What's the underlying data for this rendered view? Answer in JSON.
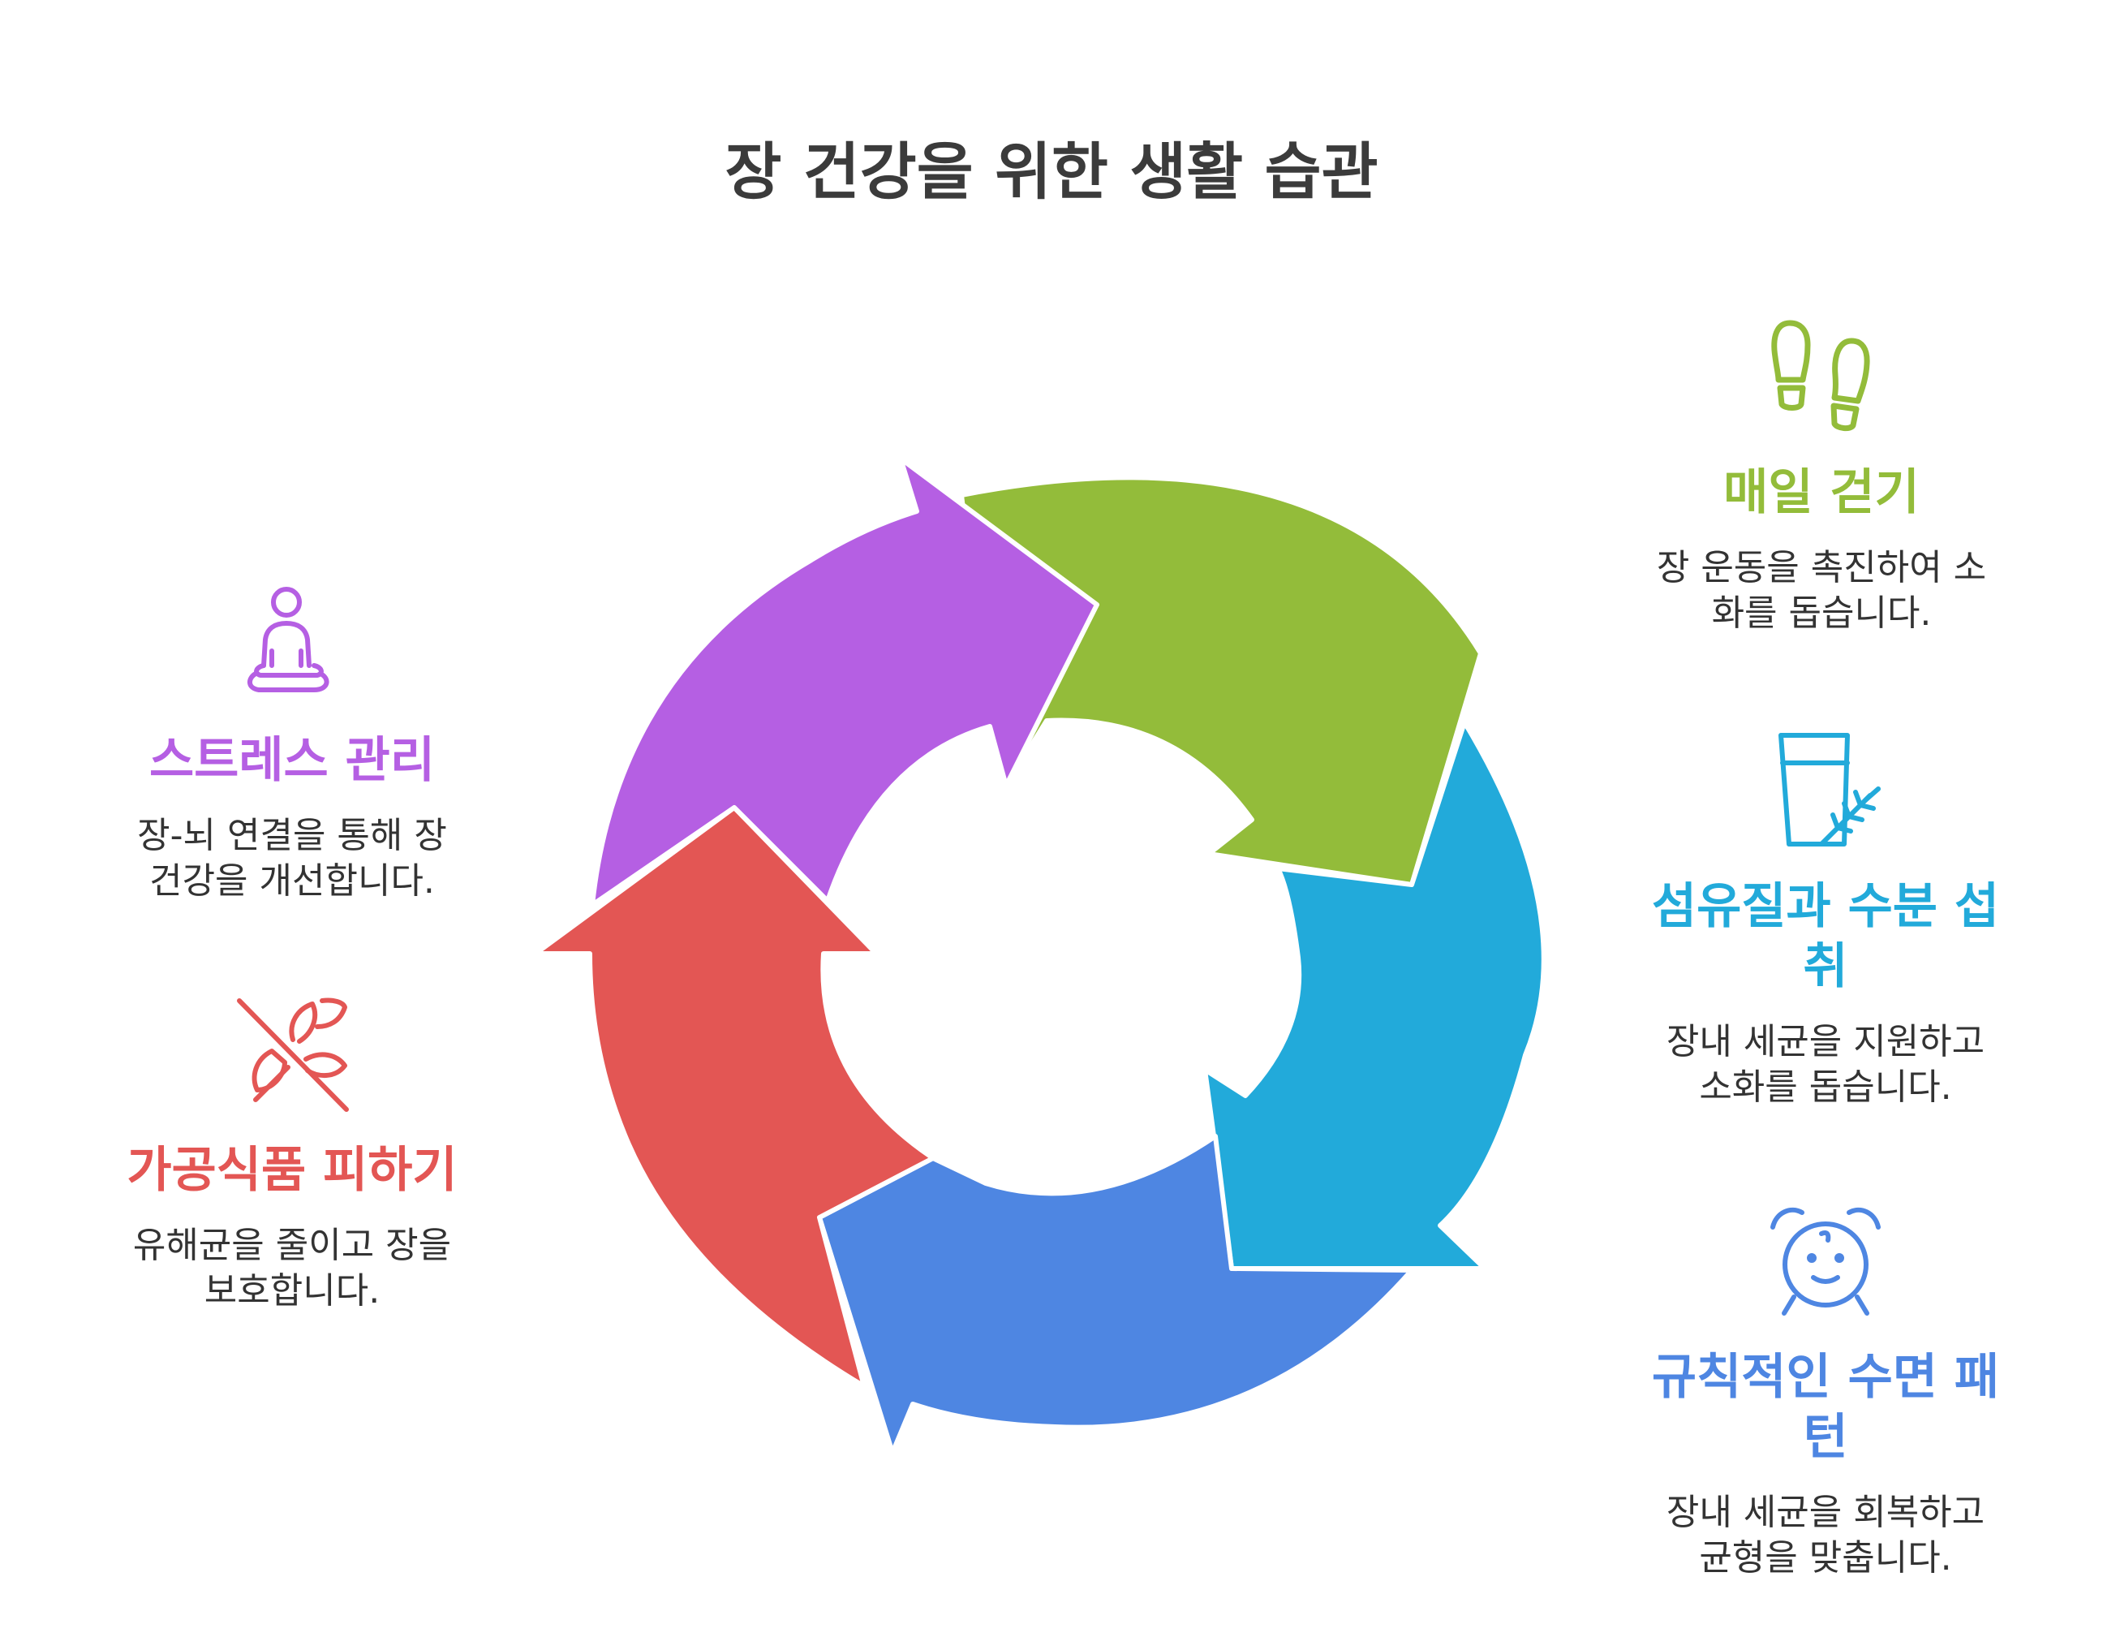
{
  "title": "장 건강을 위한 생활 습관",
  "steps": [
    {
      "id": "walking",
      "title": "매일 걷기",
      "desc_lines": [
        "장 운동을 촉진하여 소",
        "화를 돕습니다."
      ],
      "color": "#93BC3A",
      "icon": "footprints-icon"
    },
    {
      "id": "fiber",
      "title_lines": [
        "섬유질과 수분 섭",
        "취"
      ],
      "desc_lines": [
        "장내 세균을 지원하고",
        "소화를 돕습니다."
      ],
      "color": "#22AADA",
      "icon": "water-glass-herb-icon"
    },
    {
      "id": "sleep",
      "title_lines": [
        "규칙적인 수면 패",
        "턴"
      ],
      "desc_lines": [
        "장내 세균을 회복하고",
        "균형을 맞춥니다."
      ],
      "color": "#4E86E2",
      "icon": "alarm-clock-icon"
    },
    {
      "id": "processed",
      "title": "가공식품 피하기",
      "desc_lines": [
        "유해균을 줄이고 장을",
        "보호합니다."
      ],
      "color": "#E35654",
      "icon": "no-grain-icon"
    },
    {
      "id": "stress",
      "title": "스트레스 관리",
      "desc_lines": [
        "장-뇌 연결을 통해 장",
        "건강을 개선합니다."
      ],
      "color": "#B55FE3",
      "icon": "meditation-icon"
    }
  ]
}
